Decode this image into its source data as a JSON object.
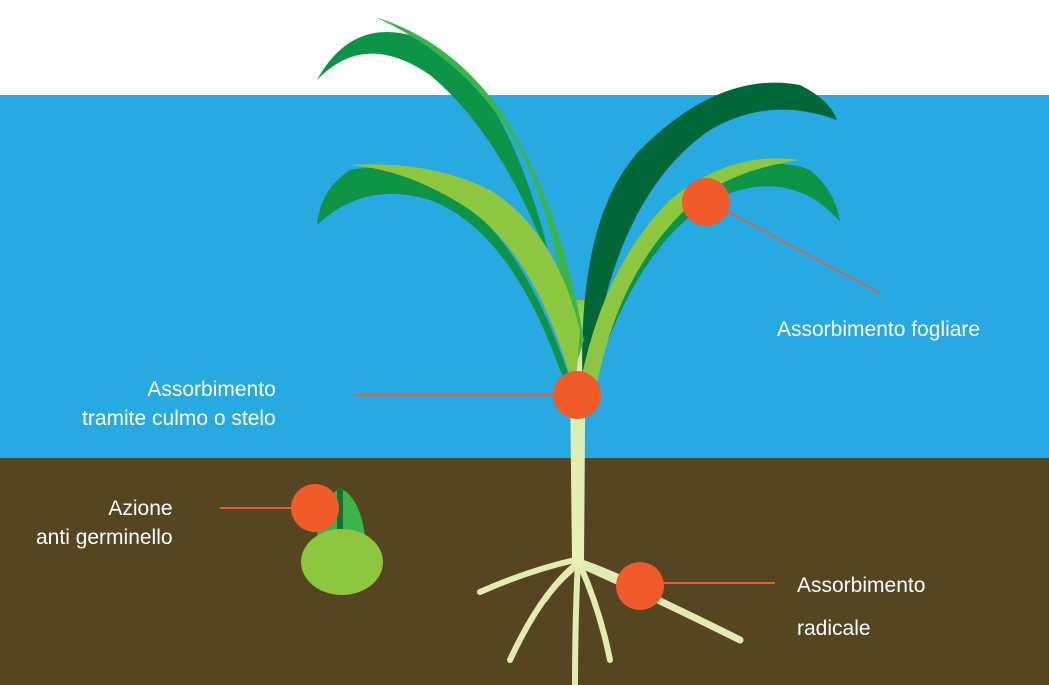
{
  "diagram": {
    "colors": {
      "sky": "#27a9e1",
      "soil": "#554520",
      "leaf_dark": "#0d9447",
      "leaf_darkest": "#006838",
      "leaf_mid": "#39b54a",
      "leaf_light": "#8dc63f",
      "stem": "#e4eeb0",
      "seed": "#8dc63f",
      "seed_sprout": "#3bb54a",
      "marker": "#f15a29",
      "leader": "#f15a29",
      "text": "#ffffff"
    },
    "labels": {
      "foliar": {
        "line1": "Assorbimento fogliare"
      },
      "stem": {
        "line1": "Assorbimento",
        "line2": "tramite culmo o stelo"
      },
      "seed": {
        "line1": "Azione",
        "line2": "anti germinello"
      },
      "root": {
        "line1": "Assorbimento",
        "line2": "radicale"
      }
    }
  }
}
